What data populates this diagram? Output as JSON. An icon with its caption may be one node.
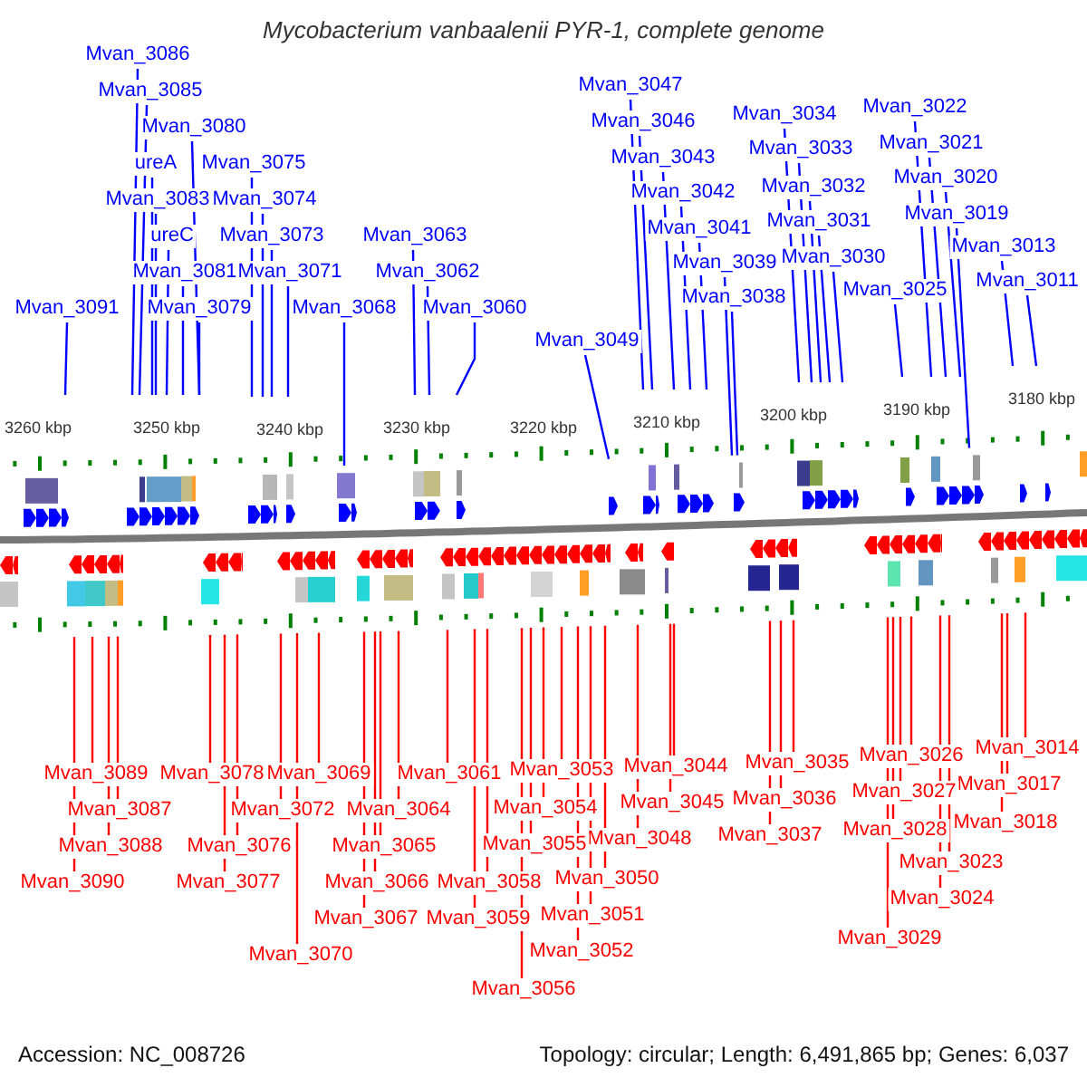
{
  "diagram": {
    "title": "Mycobacterium vanbaalenii PYR-1, complete genome",
    "nodes": [
      {
        "text": [
          "Mvan_3086"
        ]
      },
      {
        "text": [
          "Mvan_3047"
        ]
      },
      {
        "text": [
          "Mvan_3085"
        ]
      },
      {
        "text": [
          "Mvan_3022"
        ]
      },
      {
        "text": [
          "Mvan_3034"
        ]
      },
      {
        "text": [
          "Mvan_3046"
        ]
      },
      {
        "text": [
          "Mvan_3080"
        ]
      },
      {
        "text": [
          "Mvan_3021"
        ]
      },
      {
        "text": [
          "Mvan_3033"
        ]
      },
      {
        "text": [
          "Mvan_3043"
        ]
      },
      {
        "text": [
          "ureA"
        ]
      },
      {
        "text": [
          "Mvan_3075"
        ]
      },
      {
        "text": [
          "Mvan_3020"
        ]
      },
      {
        "text": [
          "Mvan_3032"
        ]
      },
      {
        "text": [
          "Mvan_3042"
        ]
      },
      {
        "text": [
          "Mvan_3083"
        ]
      },
      {
        "text": [
          "Mvan_3074"
        ]
      },
      {
        "text": [
          "Mvan_3019"
        ]
      },
      {
        "text": [
          "Mvan_3031"
        ]
      },
      {
        "text": [
          "Mvan_3041"
        ]
      },
      {
        "text": [
          "ureC"
        ]
      },
      {
        "text": [
          "Mvan_3073"
        ]
      },
      {
        "text": [
          "Mvan_3063"
        ]
      },
      {
        "text": [
          "Mvan_3013"
        ]
      },
      {
        "text": [
          "Mvan_3030"
        ]
      },
      {
        "text": [
          "Mvan_3039"
        ]
      },
      {
        "text": [
          "Mvan_3081"
        ]
      },
      {
        "text": [
          "Mvan_3071"
        ]
      },
      {
        "text": [
          "Mvan_3062"
        ]
      },
      {
        "text": [
          "Mvan_3011"
        ]
      },
      {
        "text": [
          "Mvan_3025"
        ]
      },
      {
        "text": [
          "Mvan_3038"
        ]
      },
      {
        "text": [
          "Mvan_3091"
        ]
      },
      {
        "text": [
          "Mvan_3079"
        ]
      },
      {
        "text": [
          "Mvan_3068"
        ]
      },
      {
        "text": [
          "Mvan_3060"
        ]
      },
      {
        "text": [
          "Mvan_3049"
        ]
      },
      {
        "text": [
          "Mvan_3014"
        ]
      },
      {
        "text": [
          "Mvan_3026"
        ]
      },
      {
        "text": [
          "Mvan_3035"
        ]
      },
      {
        "text": [
          "Mvan_3044"
        ]
      },
      {
        "text": [
          "Mvan_3053"
        ]
      },
      {
        "text": [
          "Mvan_3089"
        ]
      },
      {
        "text": [
          "Mvan_3078"
        ]
      },
      {
        "text": [
          "Mvan_3069"
        ]
      },
      {
        "text": [
          "Mvan_3061"
        ]
      },
      {
        "text": [
          "Mvan_3017"
        ]
      },
      {
        "text": [
          "Mvan_3027"
        ]
      },
      {
        "text": [
          "Mvan_3036"
        ]
      },
      {
        "text": [
          "Mvan_3045"
        ]
      },
      {
        "text": [
          "Mvan_3054"
        ]
      },
      {
        "text": [
          "Mvan_3087"
        ]
      },
      {
        "text": [
          "Mvan_3072"
        ]
      },
      {
        "text": [
          "Mvan_3064"
        ]
      },
      {
        "text": [
          "Mvan_3018"
        ]
      },
      {
        "text": [
          "Mvan_3028"
        ]
      },
      {
        "text": [
          "Mvan_3037"
        ]
      },
      {
        "text": [
          "Mvan_3048"
        ]
      },
      {
        "text": [
          "Mvan_3055"
        ]
      },
      {
        "text": [
          "Mvan_3088"
        ]
      },
      {
        "text": [
          "Mvan_3076"
        ]
      },
      {
        "text": [
          "Mvan_3065"
        ]
      },
      {
        "text": [
          "Mvan_3023"
        ]
      },
      {
        "text": [
          "Mvan_3050"
        ]
      },
      {
        "text": [
          "Mvan_3090"
        ]
      },
      {
        "text": [
          "Mvan_3077"
        ]
      },
      {
        "text": [
          "Mvan_3066"
        ]
      },
      {
        "text": [
          "Mvan_3058"
        ]
      },
      {
        "text": [
          "Mvan_3024"
        ]
      },
      {
        "text": [
          "Mvan_3051"
        ]
      },
      {
        "text": [
          "Mvan_3067"
        ]
      },
      {
        "text": [
          "Mvan_3059"
        ]
      },
      {
        "text": [
          "Mvan_3029"
        ]
      },
      {
        "text": [
          "Mvan_3052"
        ]
      },
      {
        "text": [
          "Mvan_3070"
        ]
      },
      {
        "text": [
          "Mvan_3056"
        ]
      }
    ],
    "edges": [
      {
        "from": 0,
        "to": null,
        "arrow": "none",
        "color": "#0000ff"
      },
      {
        "from": 1,
        "to": null,
        "arrow": "none",
        "color": "#0000ff"
      },
      {
        "from": 2,
        "to": null,
        "arrow": "none",
        "color": "#0000ff"
      },
      {
        "from": 3,
        "to": null,
        "arrow": "none",
        "color": "#0000ff"
      },
      {
        "from": 4,
        "to": null,
        "arrow": "none",
        "color": "#0000ff"
      },
      {
        "from": 5,
        "to": null,
        "arrow": "none",
        "color": "#0000ff"
      },
      {
        "from": 6,
        "to": null,
        "arrow": "none",
        "color": "#0000ff"
      },
      {
        "from": 7,
        "to": null,
        "arrow": "none",
        "color": "#0000ff"
      },
      {
        "from": 8,
        "to": null,
        "arrow": "none",
        "color": "#0000ff"
      },
      {
        "from": 9,
        "to": null,
        "arrow": "none",
        "color": "#0000ff"
      },
      {
        "from": 10,
        "to": null,
        "arrow": "none",
        "color": "#0000ff"
      },
      {
        "from": 11,
        "to": null,
        "arrow": "none",
        "color": "#0000ff"
      },
      {
        "from": 12,
        "to": null,
        "arrow": "none",
        "color": "#0000ff"
      },
      {
        "from": 13,
        "to": null,
        "arrow": "none",
        "color": "#0000ff"
      },
      {
        "from": 14,
        "to": null,
        "arrow": "none",
        "color": "#0000ff"
      },
      {
        "from": 15,
        "to": null,
        "arrow": "none",
        "color": "#0000ff"
      },
      {
        "from": 16,
        "to": null,
        "arrow": "none",
        "color": "#0000ff"
      },
      {
        "from": 17,
        "to": null,
        "arrow": "none",
        "color": "#0000ff"
      },
      {
        "from": 18,
        "to": null,
        "arrow": "none",
        "color": "#0000ff"
      },
      {
        "from": 19,
        "to": null,
        "arrow": "none",
        "color": "#0000ff"
      },
      {
        "from": 20,
        "to": null,
        "arrow": "none",
        "color": "#0000ff"
      },
      {
        "from": 21,
        "to": null,
        "arrow": "none",
        "color": "#0000ff"
      },
      {
        "from": 22,
        "to": null,
        "arrow": "none",
        "color": "#0000ff"
      },
      {
        "from": 23,
        "to": null,
        "arrow": "none",
        "color": "#0000ff"
      },
      {
        "from": 24,
        "to": null,
        "arrow": "none",
        "color": "#0000ff"
      },
      {
        "from": 25,
        "to": null,
        "arrow": "none",
        "color": "#0000ff"
      },
      {
        "from": 26,
        "to": null,
        "arrow": "none",
        "color": "#0000ff"
      },
      {
        "from": 27,
        "to": null,
        "arrow": "none",
        "color": "#0000ff"
      },
      {
        "from": 28,
        "to": null,
        "arrow": "none",
        "color": "#0000ff"
      },
      {
        "from": 29,
        "to": null,
        "arrow": "none",
        "color": "#0000ff"
      },
      {
        "from": 30,
        "to": null,
        "arrow": "none",
        "color": "#0000ff"
      },
      {
        "from": 31,
        "to": null,
        "arrow": "none",
        "color": "#0000ff"
      },
      {
        "from": 32,
        "to": null,
        "arrow": "none",
        "color": "#0000ff"
      },
      {
        "from": 33,
        "to": null,
        "arrow": "none",
        "color": "#0000ff"
      },
      {
        "from": 34,
        "to": null,
        "arrow": "none",
        "color": "#0000ff"
      },
      {
        "from": 35,
        "to": null,
        "arrow": "none",
        "color": "#0000ff"
      },
      {
        "from": 36,
        "to": null,
        "arrow": "none",
        "color": "#0000ff"
      },
      {
        "from": 37,
        "to": null,
        "arrow": "none"
      },
      {
        "from": 38,
        "to": null,
        "arrow": "none"
      },
      {
        "from": 39,
        "to": null,
        "arrow": "none"
      },
      {
        "from": 40,
        "to": null,
        "arrow": "none"
      },
      {
        "from": 41,
        "to": null,
        "arrow": "none"
      },
      {
        "from": 42,
        "to": null,
        "arrow": "none"
      },
      {
        "from": 43,
        "to": null,
        "arrow": "none"
      },
      {
        "from": 44,
        "to": null,
        "arrow": "none"
      },
      {
        "from": 45,
        "to": null,
        "arrow": "none"
      },
      {
        "from": 46,
        "to": null,
        "arrow": "none"
      },
      {
        "from": 47,
        "to": null,
        "arrow": "none"
      },
      {
        "from": 48,
        "to": null,
        "arrow": "none"
      },
      {
        "from": 49,
        "to": null,
        "arrow": "none"
      },
      {
        "from": 50,
        "to": null,
        "arrow": "none"
      },
      {
        "from": 51,
        "to": null,
        "arrow": "none"
      },
      {
        "from": 52,
        "to": null,
        "arrow": "none"
      },
      {
        "from": 53,
        "to": null,
        "arrow": "none"
      },
      {
        "from": 54,
        "to": null,
        "arrow": "none"
      },
      {
        "from": 55,
        "to": null,
        "arrow": "none"
      },
      {
        "from": 56,
        "to": null,
        "arrow": "none"
      },
      {
        "from": 57,
        "to": null,
        "arrow": "none"
      },
      {
        "from": 58,
        "to": null,
        "arrow": "none"
      },
      {
        "from": 59,
        "to": null,
        "arrow": "none"
      },
      {
        "from": 60,
        "to": null,
        "arrow": "none"
      },
      {
        "from": 61,
        "to": null,
        "arrow": "none"
      },
      {
        "from": 62,
        "to": null,
        "arrow": "none"
      },
      {
        "from": 63,
        "to": null,
        "arrow": "none"
      },
      {
        "from": 64,
        "to": null,
        "arrow": "none"
      },
      {
        "from": 65,
        "to": null,
        "arrow": "none"
      },
      {
        "from": 66,
        "to": null,
        "arrow": "none"
      },
      {
        "from": 67,
        "to": null,
        "arrow": "none"
      },
      {
        "from": 68,
        "to": null,
        "arrow": "none"
      },
      {
        "from": 69,
        "to": null,
        "arrow": "none"
      },
      {
        "from": 70,
        "to": null,
        "arrow": "none"
      },
      {
        "from": 71,
        "to": null,
        "arrow": "none"
      },
      {
        "from": 72,
        "to": null,
        "arrow": "none"
      },
      {
        "from": 73,
        "to": null,
        "arrow": "none"
      },
      {
        "from": 74,
        "to": null,
        "arrow": "none"
      },
      {
        "from": 75,
        "to": null,
        "arrow": "none"
      }
    ],
    "labels": [
      "3260 kbp",
      "3250 kbp",
      "3240 kbp",
      "3230 kbp",
      "3220 kbp",
      "3210 kbp",
      "3200 kbp",
      "3190 kbp",
      "3180 kbp",
      "Accession: NC_008726",
      "Topology: circular; Length: 6,491,865 bp; Genes: 6,037"
    ]
  }
}
